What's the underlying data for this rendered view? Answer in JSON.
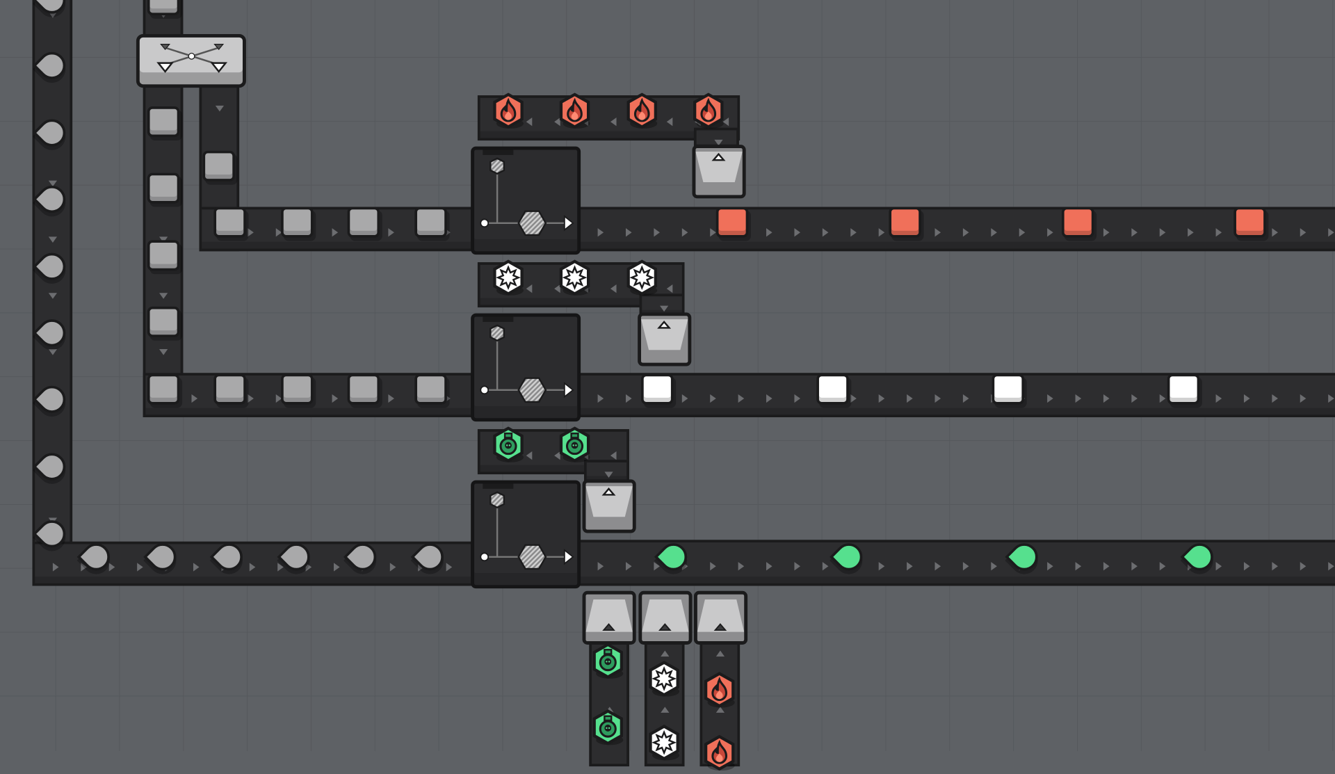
{
  "scene": "factory-conveyor-layout",
  "colors": {
    "background": "#5e6165",
    "belt": "#2d2d2f",
    "raw_item": "#a9a9aa",
    "fire": "#f0705a",
    "frost": "#ffffff",
    "poison": "#56e08e"
  },
  "input_lines": [
    {
      "item": "grey-drop",
      "shape": "drop"
    },
    {
      "item": "grey-square",
      "shape": "square"
    },
    {
      "item": "grey-square",
      "shape": "square"
    }
  ],
  "machines": [
    {
      "name": "fire-infuser",
      "catalyst": "fire-icon",
      "output": "red-square",
      "output_color": "#f0705a",
      "catalyst_count": 4
    },
    {
      "name": "frost-infuser",
      "catalyst": "snowflake-icon",
      "output": "white-square",
      "output_color": "#ffffff",
      "catalyst_count": 3
    },
    {
      "name": "poison-infuser",
      "catalyst": "skull-potion-icon",
      "output": "green-drop",
      "output_color": "#56e08e",
      "catalyst_count": 2
    }
  ]
}
